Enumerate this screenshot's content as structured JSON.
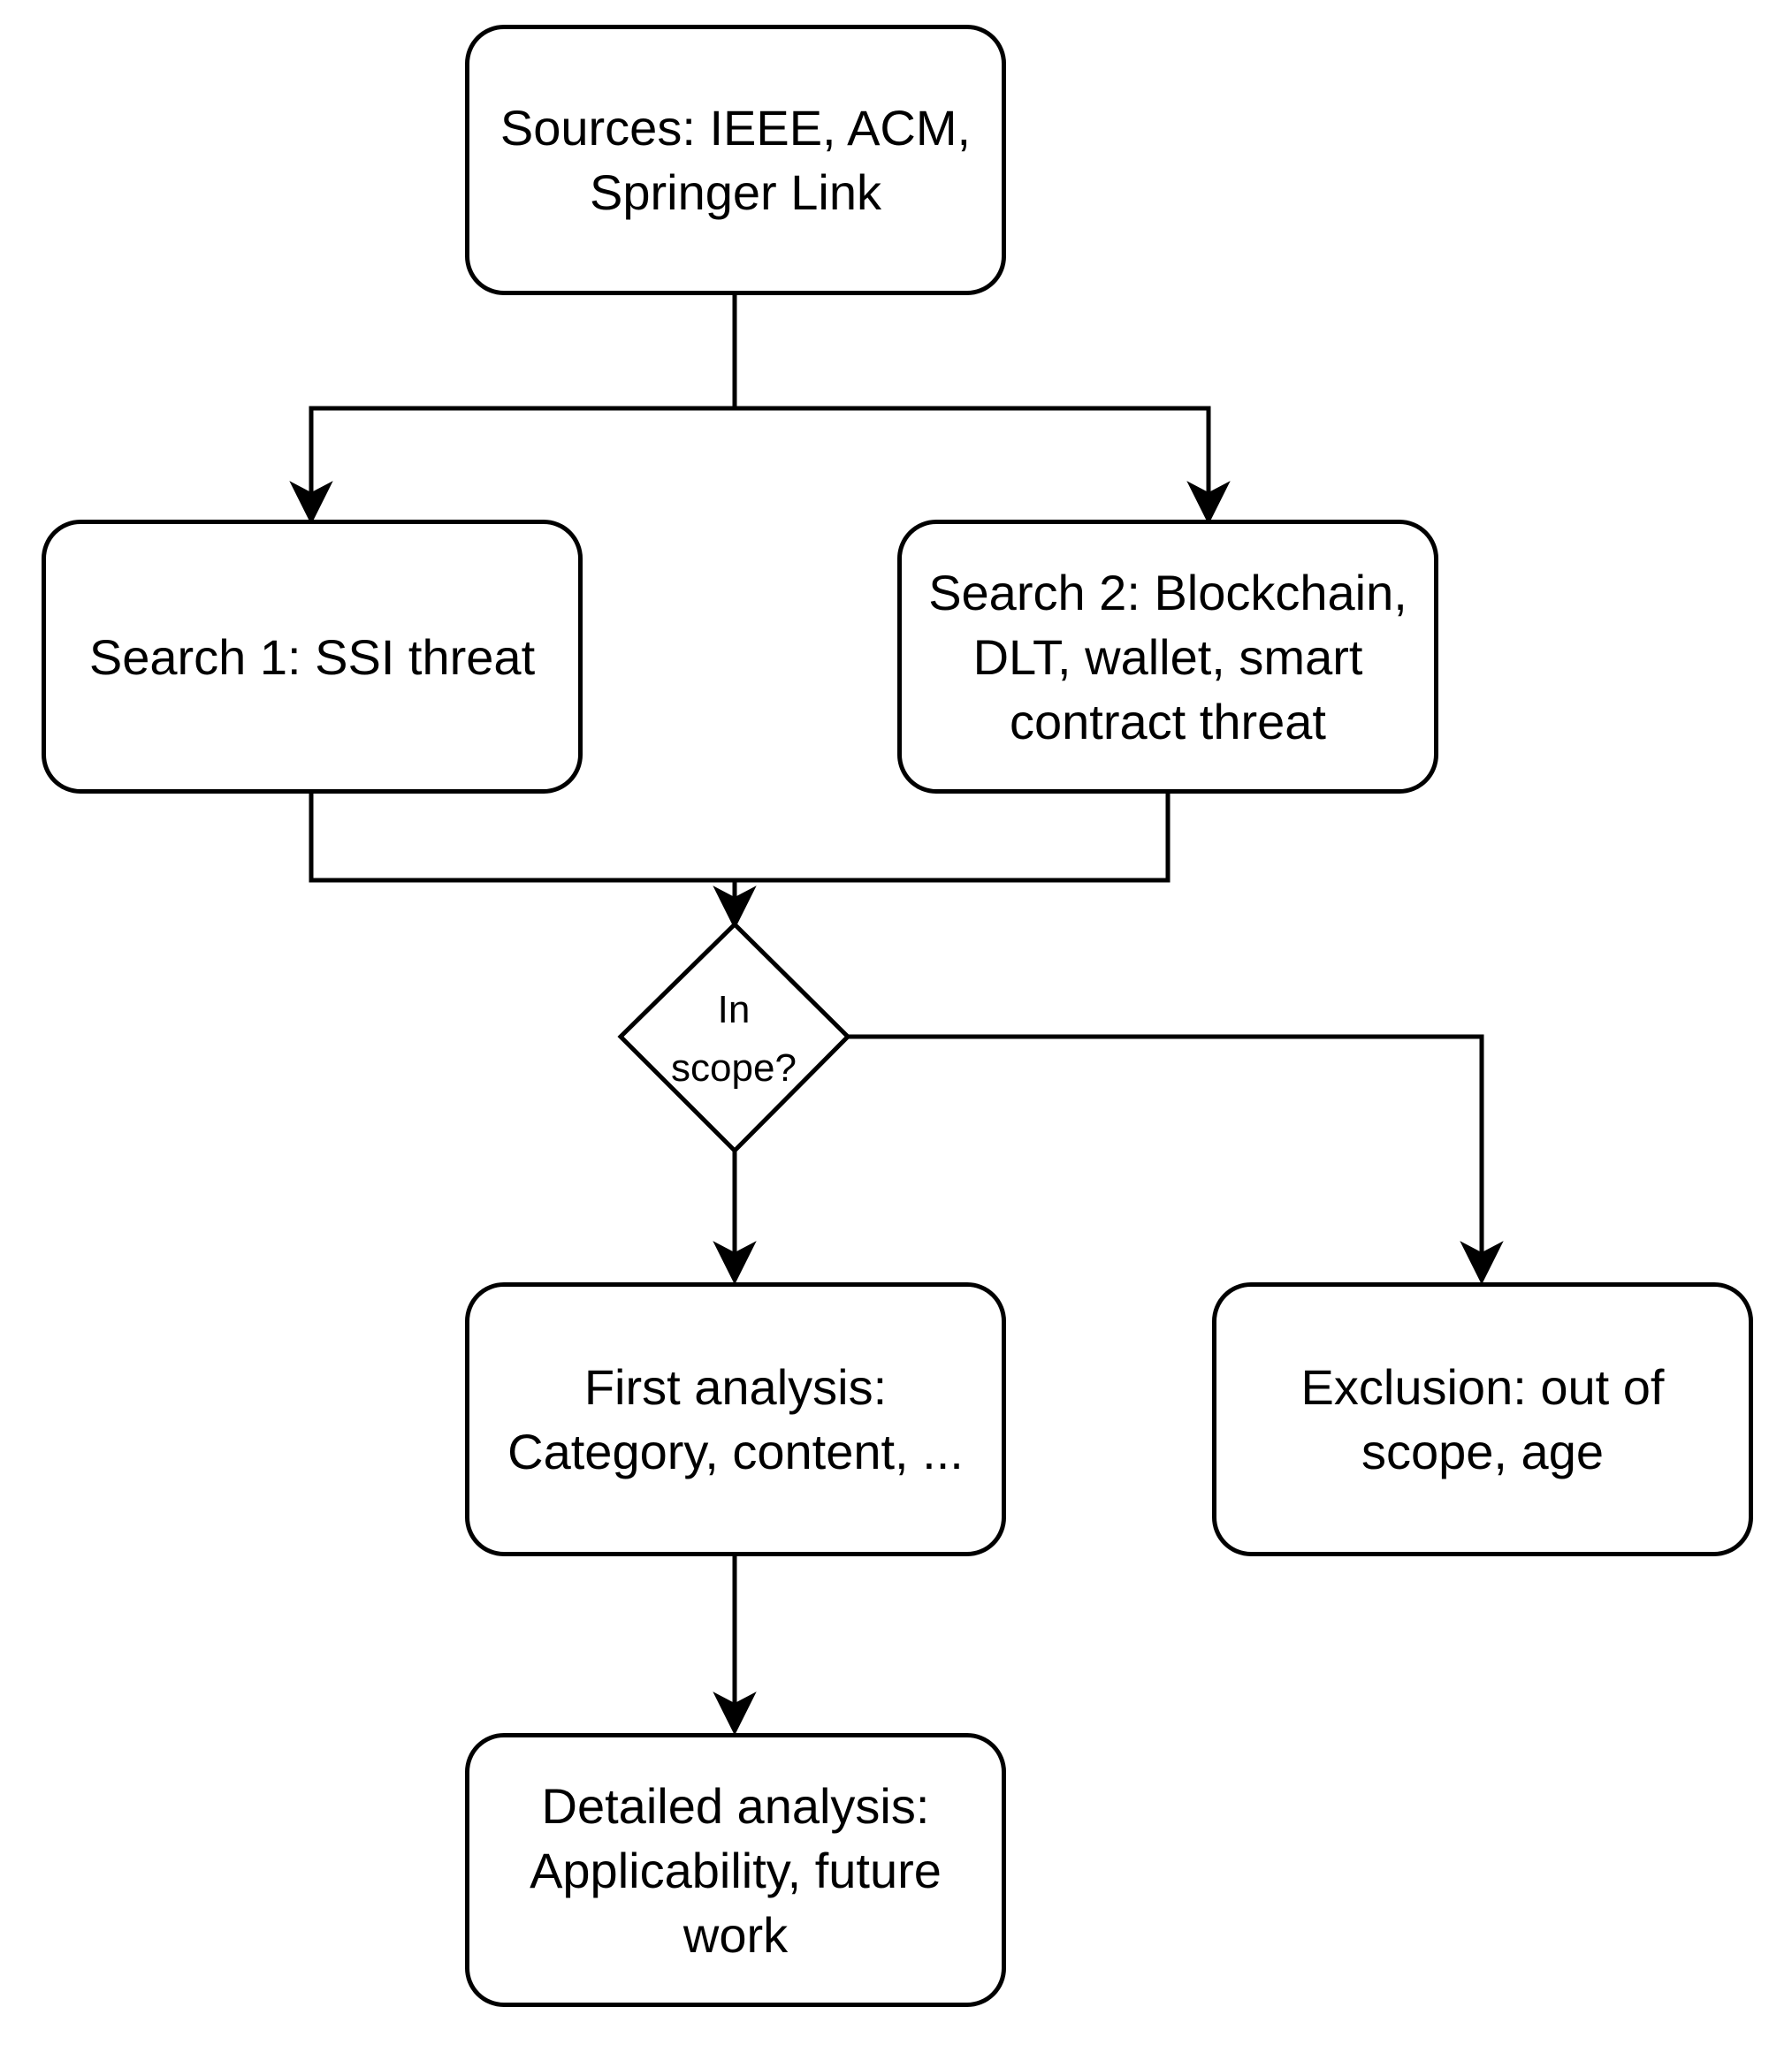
{
  "nodes": {
    "sources": {
      "label": "Sources: IEEE, ACM,\nSpringer Link"
    },
    "search1": {
      "label": "Search 1: SSI threat"
    },
    "search2": {
      "label": "Search 2: Blockchain,\nDLT, wallet, smart\ncontract threat"
    },
    "decision": {
      "label": "In\nscope?"
    },
    "first_analysis": {
      "label": "First analysis:\nCategory, content, ..."
    },
    "exclusion": {
      "label": "Exclusion: out of\nscope, age"
    },
    "detailed_analysis": {
      "label": "Detailed analysis:\nApplicability, future\nwork"
    }
  },
  "colors": {
    "stroke": "#000000",
    "fill": "#ffffff"
  }
}
